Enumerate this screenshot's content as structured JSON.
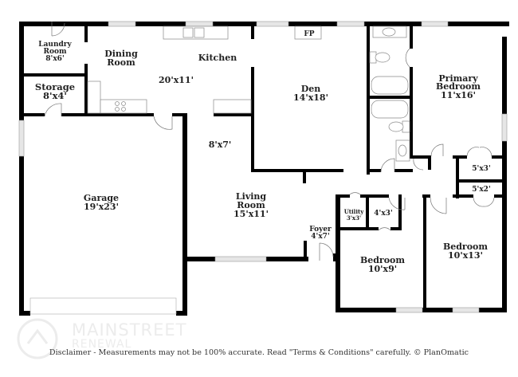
{
  "colors": {
    "wall": "#000000",
    "window": "#e6e6e6",
    "text": "#222222",
    "watermark": "#ececec"
  },
  "rooms": {
    "laundry": {
      "name_line1": "Laundry",
      "name_line2": "Room",
      "size": "8'x6'"
    },
    "storage": {
      "name": "Storage",
      "size": "8'x4'"
    },
    "dining": {
      "name_line1": "Dining",
      "name_line2": "Room"
    },
    "kitchen": {
      "name": "Kitchen",
      "size": "20'x11'"
    },
    "den": {
      "name": "Den",
      "size": "14'x18'",
      "fireplace": "FP"
    },
    "primary_bedroom": {
      "name_line1": "Primary",
      "name_line2": "Bedroom",
      "size": "11'x16'"
    },
    "closet_a": {
      "size": "5'x3'"
    },
    "closet_b": {
      "size": "5'x2'"
    },
    "hall": {
      "size": "8'x7'"
    },
    "garage": {
      "name": "Garage",
      "size": "19'x23'"
    },
    "living": {
      "name_line1": "Living",
      "name_line2": "Room",
      "size": "15'x11'"
    },
    "foyer": {
      "name": "Foyer",
      "size": "4'x7'"
    },
    "utility": {
      "name": "Utility",
      "size": "3'x3'"
    },
    "closet_c": {
      "size": "4'x3'"
    },
    "bedroom_2": {
      "name": "Bedroom",
      "size": "10'x9'"
    },
    "bedroom_3": {
      "name": "Bedroom",
      "size": "10'x13'"
    }
  },
  "watermark": {
    "line1": "MAINSTREET",
    "line2": "RENEWAL"
  },
  "disclaimer": "Disclaimer - Measurements may not be 100% accurate. Read \"Terms & Conditions\" carefully. © PlanOmatic"
}
